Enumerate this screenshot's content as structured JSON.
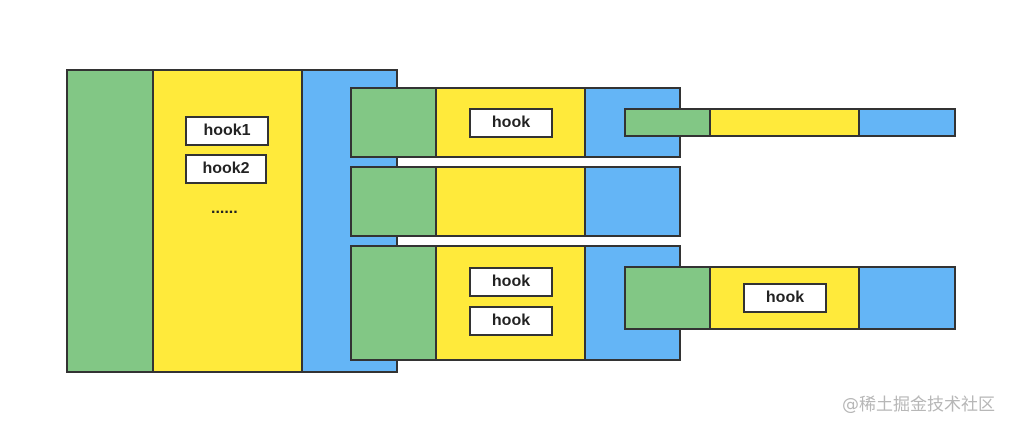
{
  "colors": {
    "green": "#82c785",
    "yellow": "#ffea3b",
    "blue": "#64b5f6",
    "border": "#333333"
  },
  "root_fiber": {
    "hooks": [
      "hook1",
      "hook2"
    ],
    "ellipsis": "......"
  },
  "child_fiber_1": {
    "hook": "hook"
  },
  "child_fiber_3": {
    "hooks": [
      "hook",
      "hook"
    ]
  },
  "grandchild_fiber_2": {
    "hook": "hook"
  },
  "watermark": "@稀土掘金技术社区"
}
